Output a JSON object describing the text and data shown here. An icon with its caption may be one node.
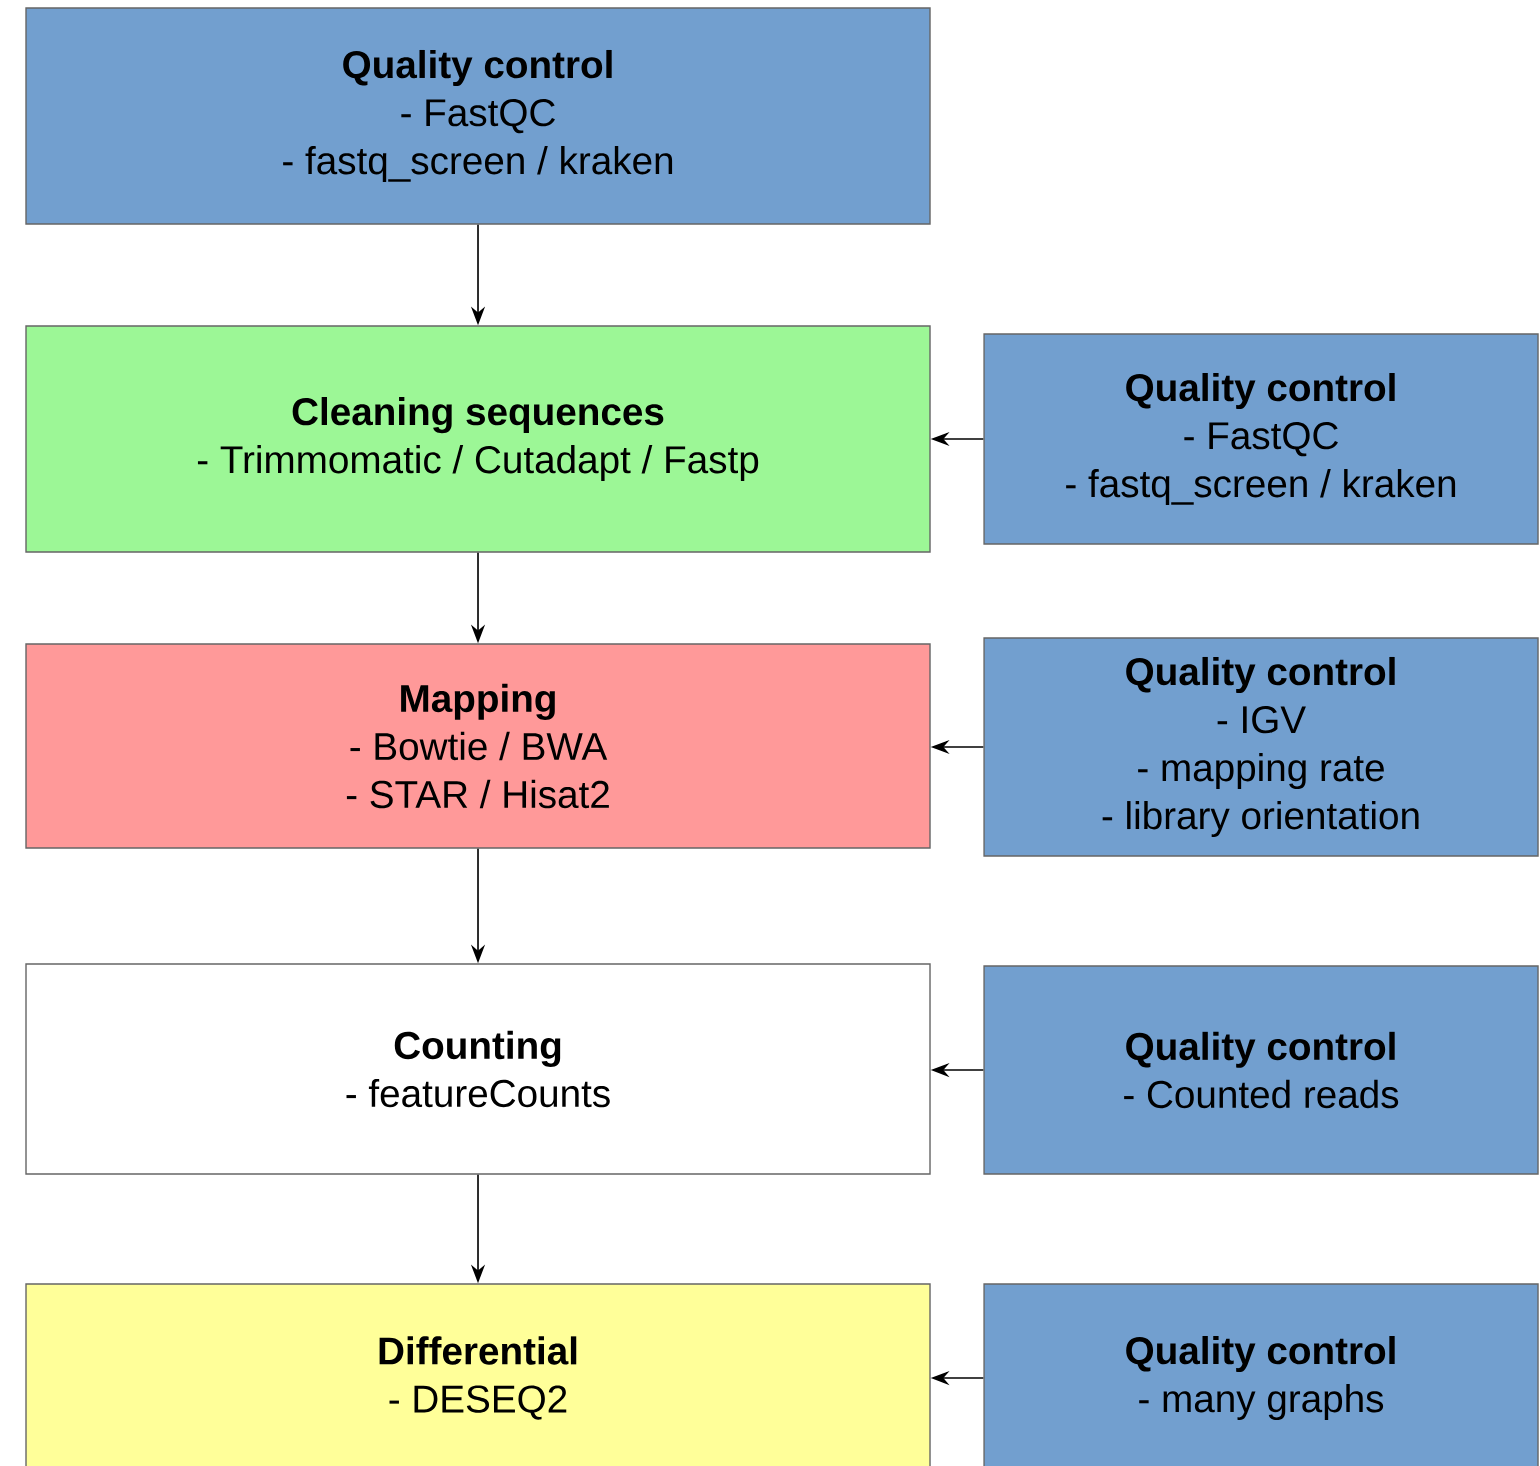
{
  "diagram": {
    "nodes": [
      {
        "text": [
          "Quality control",
          "- FastQC",
          "- fastq_screen / kraken"
        ]
      },
      {
        "text": [
          "Cleaning sequences",
          "- Trimmomatic / Cutadapt / Fastp"
        ]
      },
      {
        "text": [
          "Mapping",
          "- Bowtie / BWA",
          "- STAR / Hisat2"
        ]
      },
      {
        "text": [
          "Counting",
          "- featureCounts"
        ]
      },
      {
        "text": [
          "Differential",
          "- DESEQ2"
        ]
      },
      {
        "text": [
          "Quality control",
          "- FastQC",
          "- fastq_screen / kraken"
        ]
      },
      {
        "text": [
          "Quality control",
          "- IGV",
          "- mapping rate",
          "- library orientation"
        ]
      },
      {
        "text": [
          "Quality control",
          "- Counted reads"
        ]
      },
      {
        "text": [
          "Quality control",
          "- many graphs"
        ]
      }
    ],
    "edges": [
      {
        "from": 0,
        "to": 1,
        "arrow": "to"
      },
      {
        "from": 1,
        "to": 2,
        "arrow": "to"
      },
      {
        "from": 2,
        "to": 3,
        "arrow": "to"
      },
      {
        "from": 3,
        "to": 4,
        "arrow": "to"
      },
      {
        "from": 5,
        "to": 1,
        "arrow": "to"
      },
      {
        "from": 6,
        "to": 2,
        "arrow": "to"
      },
      {
        "from": 7,
        "to": 3,
        "arrow": "to"
      },
      {
        "from": 8,
        "to": 4,
        "arrow": "to"
      }
    ]
  }
}
